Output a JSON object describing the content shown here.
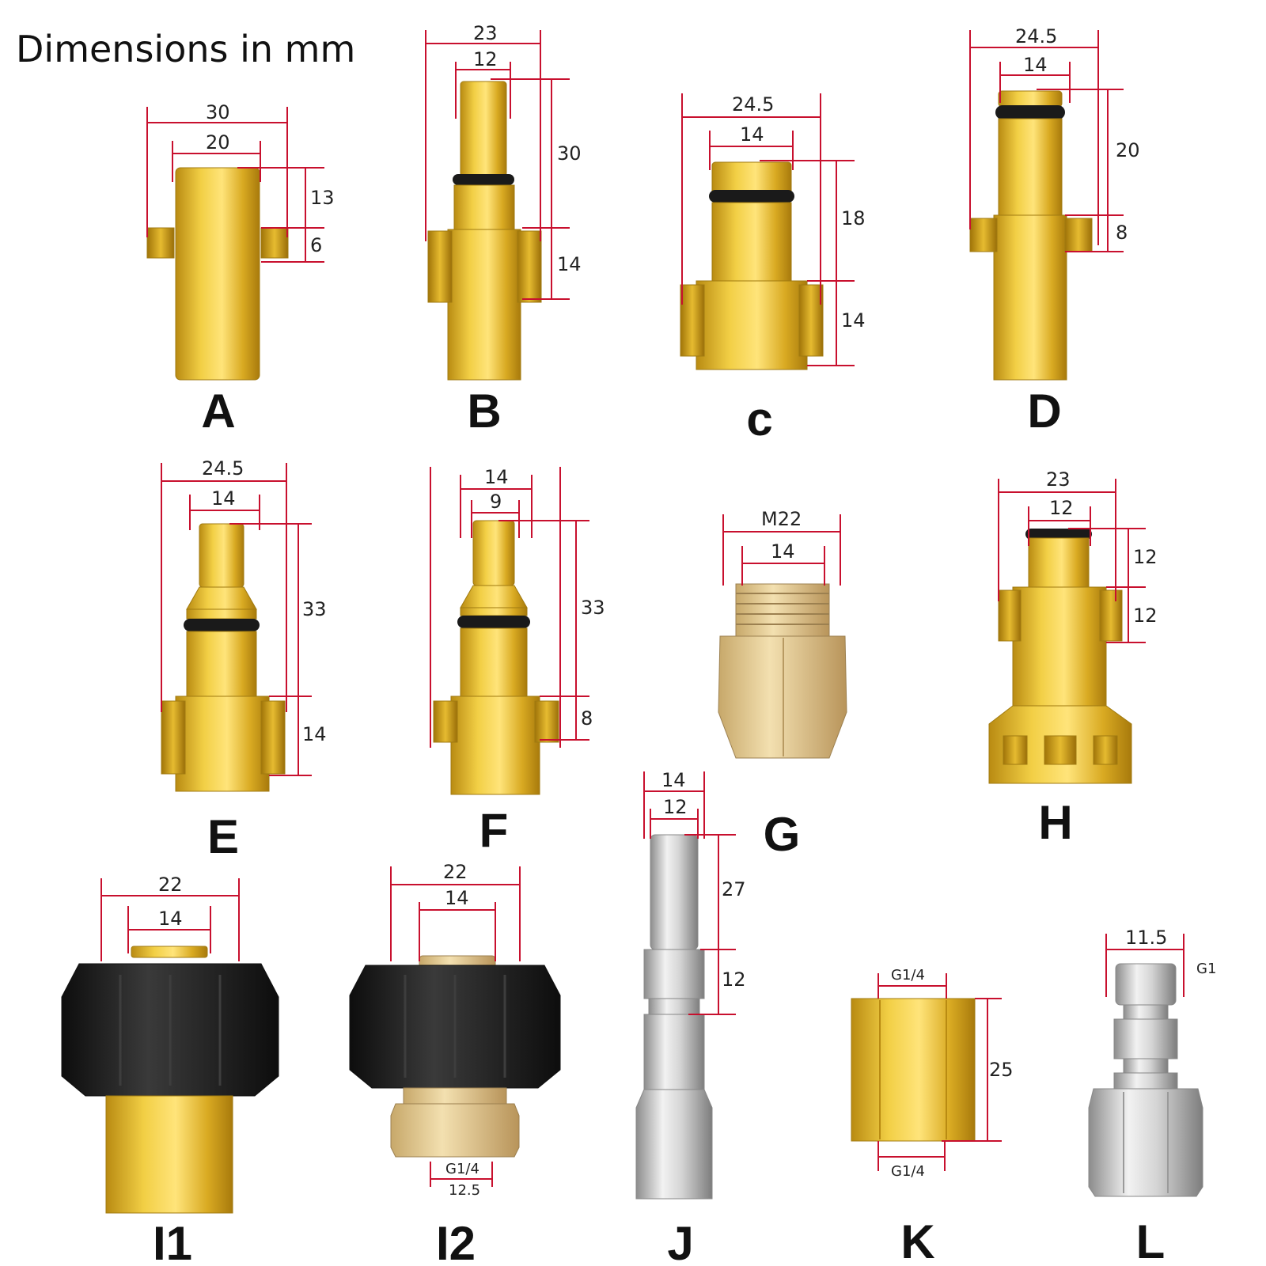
{
  "title": "Dimensions in mm",
  "parts": {
    "A": {
      "label": "A",
      "dims": [
        "30",
        "20",
        "13",
        "6"
      ]
    },
    "B": {
      "label": "B",
      "dims": [
        "23",
        "12",
        "30",
        "14"
      ]
    },
    "C": {
      "label": "c",
      "dims": [
        "24.5",
        "14",
        "18",
        "14"
      ]
    },
    "D": {
      "label": "D",
      "dims": [
        "24.5",
        "14",
        "20",
        "8"
      ]
    },
    "E": {
      "label": "E",
      "dims": [
        "24.5",
        "14",
        "33",
        "14"
      ]
    },
    "F": {
      "label": "F",
      "dims": [
        "14",
        "9",
        "33",
        "8"
      ]
    },
    "G": {
      "label": "G",
      "dims": [
        "M22",
        "14"
      ]
    },
    "H": {
      "label": "H",
      "dims": [
        "23",
        "12",
        "12",
        "12"
      ]
    },
    "I1": {
      "label": "I1",
      "dims": [
        "22",
        "14"
      ]
    },
    "I2": {
      "label": "I2",
      "dims": [
        "22",
        "14",
        "G1/4",
        "12.5"
      ]
    },
    "J": {
      "label": "J",
      "dims": [
        "14",
        "12",
        "27",
        "12"
      ]
    },
    "K": {
      "label": "K",
      "dims": [
        "G1/4",
        "25",
        "G1/4"
      ]
    },
    "L": {
      "label": "L",
      "dims": [
        "11.5",
        "G1"
      ]
    }
  },
  "colors": {
    "dimension_line": "#c8102e",
    "brass": "#e0b82a",
    "rubber": "#1c1c1c",
    "steel": "#c8c8c8"
  }
}
